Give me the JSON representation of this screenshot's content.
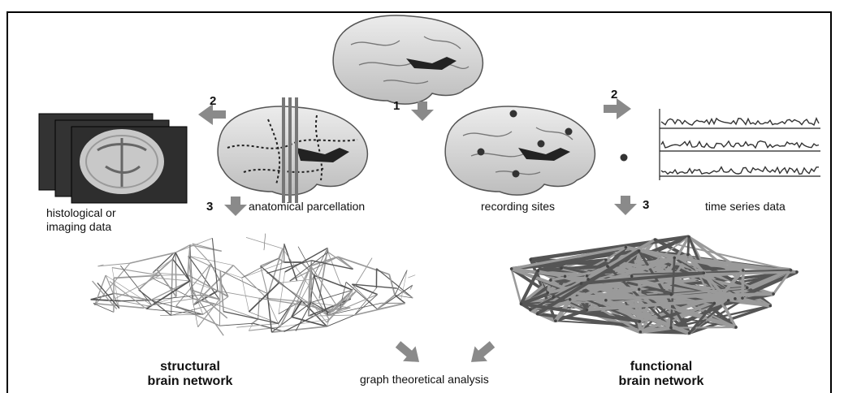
{
  "labels": {
    "histological": "histological or",
    "imaging": "imaging data",
    "anatomical_parcellation": "anatomical parcellation",
    "recording_sites": "recording sites",
    "time_series": "time series data",
    "structural_line1": "structural",
    "structural_line2": "brain network",
    "graph_analysis": "graph theoretical analysis",
    "functional_line1": "functional",
    "functional_line2": "brain network"
  },
  "step_numbers": {
    "step1": "1",
    "step2_left": "2",
    "step2_right": "2",
    "step3_left": "3",
    "step3_right": "3"
  },
  "colors": {
    "arrow": "#8a8a8a",
    "brain_fill": "#d4d4d4",
    "brain_stroke": "#555555",
    "network_dark": "#555555",
    "network_light": "#9a9a9a"
  }
}
